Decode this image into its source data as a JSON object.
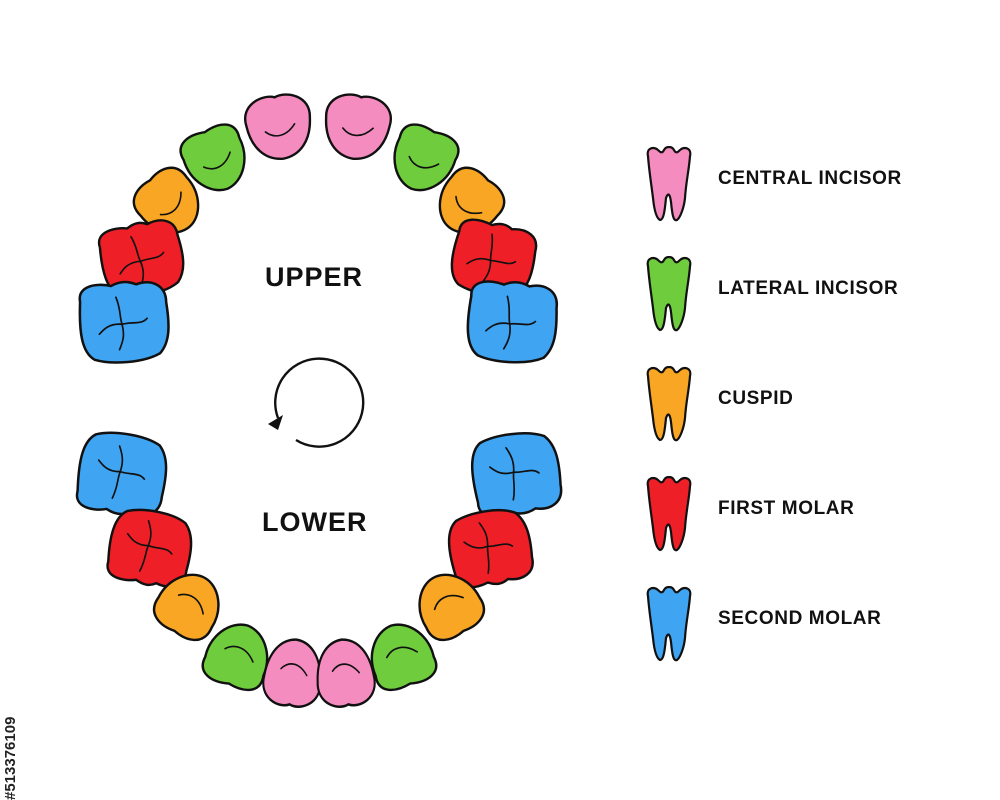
{
  "labels": {
    "upper": "UPPER",
    "lower": "LOWER"
  },
  "legend": [
    {
      "key": "central",
      "label": "CENTRAL INCISOR",
      "color": "#f58cbf"
    },
    {
      "key": "lateral",
      "label": "LATERAL INCISOR",
      "color": "#6fcc3c"
    },
    {
      "key": "cuspid",
      "label": "CUSPID",
      "color": "#f8a623"
    },
    {
      "key": "first_molar",
      "label": "FIRST MOLAR",
      "color": "#ef1f27"
    },
    {
      "key": "second_molar",
      "label": "SECOND MOLAR",
      "color": "#3fa4f2"
    }
  ],
  "stroke_color": "#111111",
  "watermark": "#513376109",
  "icons": {
    "rotation": "circular-arrow-icon",
    "tooth": "tooth-icon"
  }
}
